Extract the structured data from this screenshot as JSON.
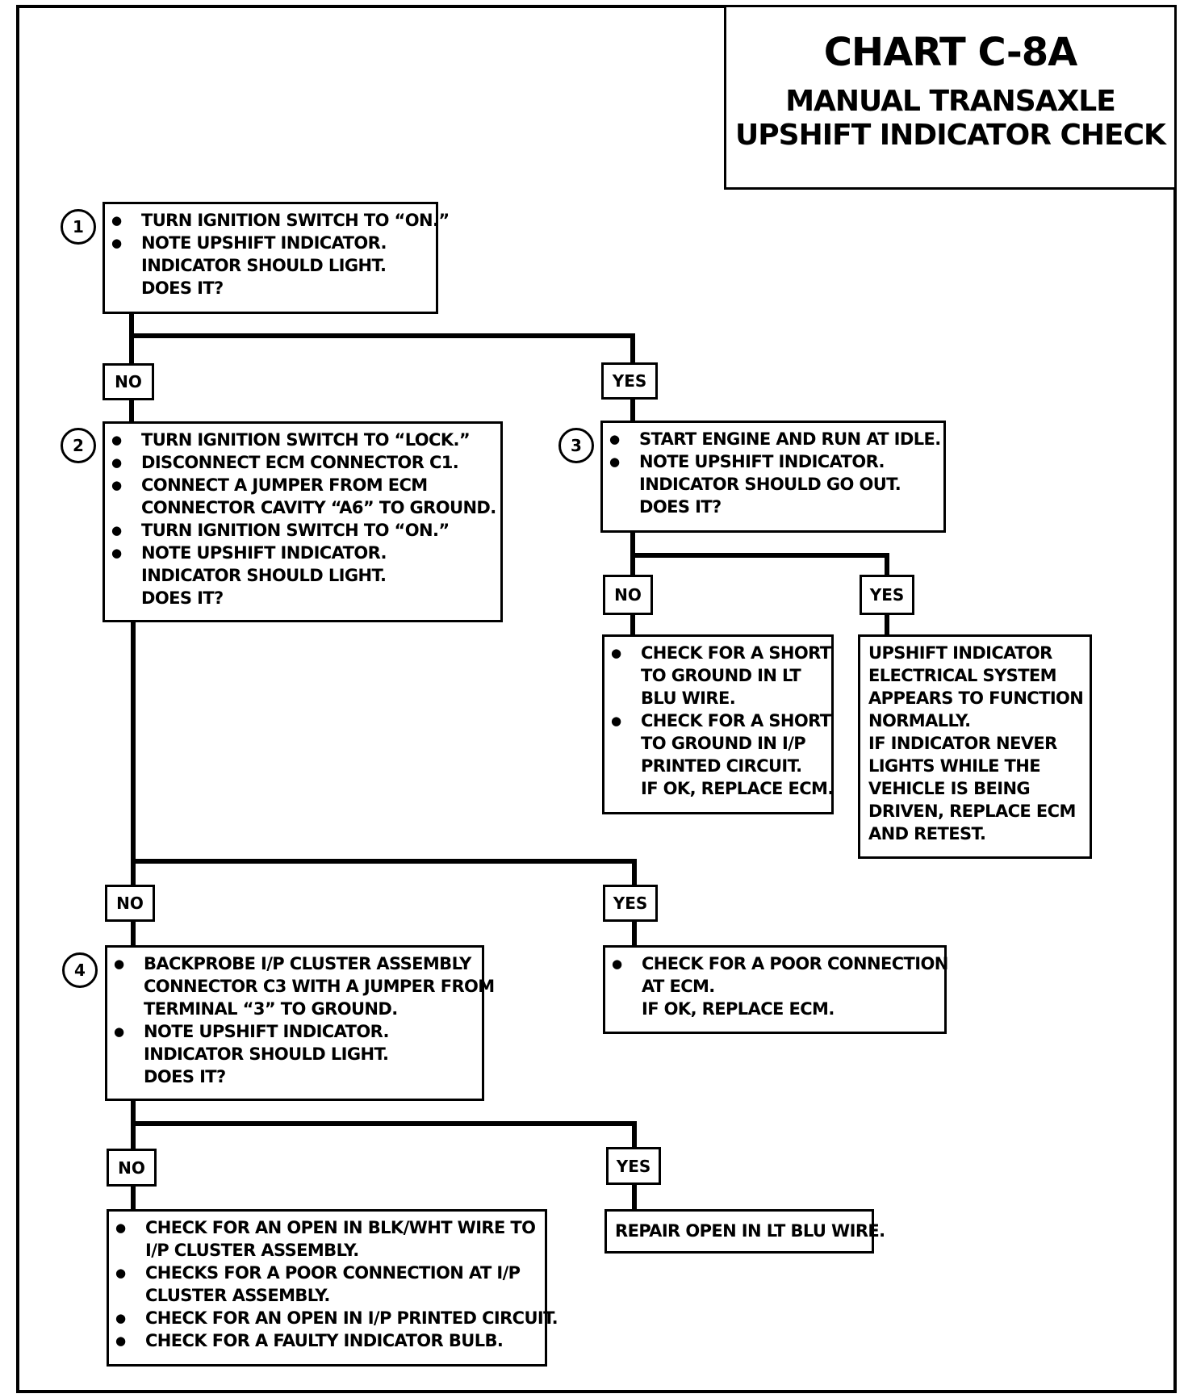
{
  "title": {
    "chart": "CHART C-8A",
    "line1": "MANUAL TRANSAXLE",
    "line2": "UPSHIFT INDICATOR CHECK"
  },
  "steps": {
    "s1": {
      "num": "1",
      "bullets": [
        "TURN IGNITION SWITCH TO “ON.”",
        "NOTE UPSHIFT INDICATOR."
      ],
      "extra": [
        "INDICATOR SHOULD LIGHT.",
        "DOES IT?"
      ]
    },
    "s2": {
      "num": "2",
      "bullets": [
        "TURN IGNITION SWITCH TO “LOCK.”",
        "DISCONNECT ECM CONNECTOR C1.",
        "CONNECT A JUMPER FROM ECM"
      ],
      "cont1": "CONNECTOR CAVITY “A6” TO GROUND.",
      "bullets2": [
        "TURN IGNITION SWITCH TO “ON.”",
        "NOTE UPSHIFT INDICATOR."
      ],
      "extra": [
        "INDICATOR SHOULD LIGHT.",
        "DOES IT?"
      ]
    },
    "s3": {
      "num": "3",
      "bullets": [
        "START ENGINE AND RUN AT IDLE.",
        "NOTE UPSHIFT INDICATOR."
      ],
      "extra": [
        "INDICATOR SHOULD GO OUT.",
        "DOES IT?"
      ]
    },
    "s4": {
      "num": "4",
      "bullet1": "BACKPROBE I/P CLUSTER ASSEMBLY",
      "cont1": [
        "CONNECTOR C3 WITH A JUMPER FROM",
        "TERMINAL “3” TO GROUND."
      ],
      "bullet2": "NOTE UPSHIFT INDICATOR.",
      "extra": [
        "INDICATOR SHOULD LIGHT.",
        "DOES IT?"
      ]
    }
  },
  "results": {
    "short_check": {
      "bullet1": "CHECK FOR A SHORT",
      "cont1": [
        "TO GROUND IN LT",
        "BLU WIRE."
      ],
      "bullet2": "CHECK FOR A SHORT",
      "cont2": [
        "TO GROUND IN I/P",
        "PRINTED CIRCUIT.",
        "IF OK, REPLACE ECM."
      ]
    },
    "normal": [
      "UPSHIFT INDICATOR",
      "ELECTRICAL SYSTEM",
      "APPEARS TO  FUNCTION",
      "NORMALLY.",
      "IF INDICATOR NEVER",
      "LIGHTS WHILE THE",
      "VEHICLE IS BEING",
      "DRIVEN, REPLACE ECM",
      "AND RETEST."
    ],
    "poor_connection": {
      "bullet": "CHECK FOR A POOR CONNECTION",
      "cont": [
        "AT ECM.",
        "IF OK, REPLACE ECM."
      ]
    },
    "open_checks": {
      "b1": "CHECK FOR AN OPEN IN BLK/WHT WIRE TO",
      "c1": "I/P CLUSTER ASSEMBLY.",
      "b2": "CHECKS FOR A POOR CONNECTION AT I/P",
      "c2": "CLUSTER ASSEMBLY.",
      "b3": "CHECK FOR AN OPEN IN I/P PRINTED CIRCUIT.",
      "b4": "CHECK FOR A FAULTY INDICATOR BULB."
    },
    "repair": "REPAIR OPEN IN LT BLU WIRE."
  },
  "labels": {
    "no": "NO",
    "yes": "YES"
  }
}
